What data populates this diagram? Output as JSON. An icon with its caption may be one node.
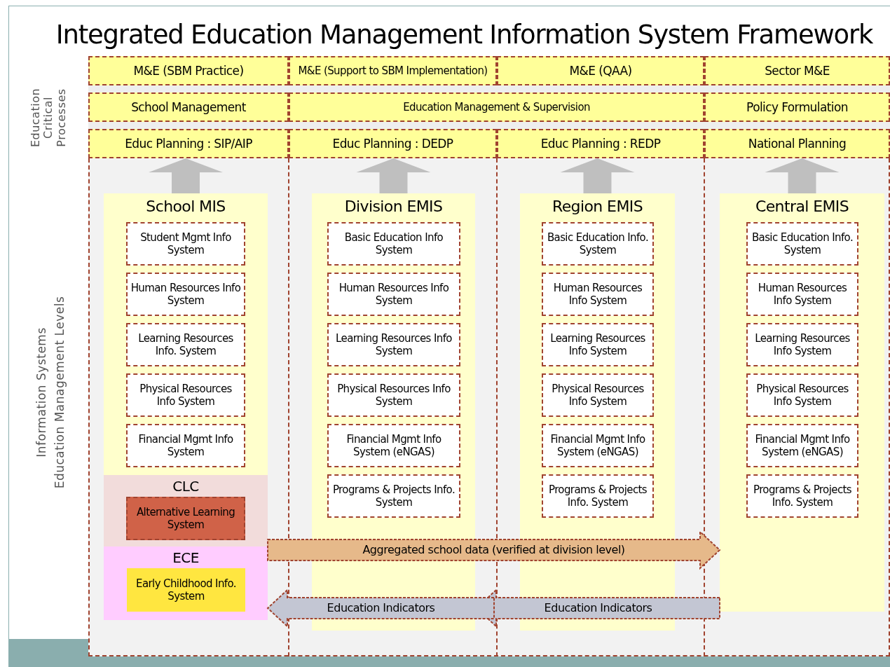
{
  "diagram": {
    "title": "Integrated Education Management Information System Framework",
    "nodes": [
      {
        "text": [
          "M&E (SBM Practice)"
        ]
      },
      {
        "text": [
          "M&E (Support to SBM Implementation)"
        ]
      },
      {
        "text": [
          "M&E (QAA)"
        ]
      },
      {
        "text": [
          "Sector M&E"
        ]
      },
      {
        "text": [
          "School Management"
        ]
      },
      {
        "text": [
          "Education Management & Supervision"
        ]
      },
      {
        "text": [
          "Policy Formulation"
        ]
      },
      {
        "text": [
          "Educ Planning : SIP/AIP"
        ]
      },
      {
        "text": [
          "Educ Planning : DEDP"
        ]
      },
      {
        "text": [
          "Educ Planning : REDP"
        ]
      },
      {
        "text": [
          "National Planning"
        ]
      },
      {
        "text": [
          "School MIS"
        ]
      },
      {
        "text": [
          "Student Mgmt Info System"
        ],
        "in": 11
      },
      {
        "text": [
          "Human Resources Info System"
        ],
        "in": 11
      },
      {
        "text": [
          "Learning Resources Info. System"
        ],
        "in": 11
      },
      {
        "text": [
          "Physical Resources Info System"
        ],
        "in": 11
      },
      {
        "text": [
          "Financial Mgmt Info System"
        ],
        "in": 11
      },
      {
        "text": [
          "CLC"
        ]
      },
      {
        "text": [
          "Alternative Learning System"
        ],
        "in": 17
      },
      {
        "text": [
          "ECE"
        ]
      },
      {
        "text": [
          "Early Childhood Info. System"
        ],
        "in": 19
      },
      {
        "text": [
          "Division EMIS"
        ]
      },
      {
        "text": [
          "Basic Education Info System"
        ],
        "in": 21
      },
      {
        "text": [
          "Human Resources Info System"
        ],
        "in": 21
      },
      {
        "text": [
          "Learning Resources Info System"
        ],
        "in": 21
      },
      {
        "text": [
          "Physical Resources Info System"
        ],
        "in": 21
      },
      {
        "text": [
          "Financial Mgmt Info System (eNGAS)"
        ],
        "in": 21
      },
      {
        "text": [
          "Programs & Projects Info. System"
        ],
        "in": 21
      },
      {
        "text": [
          "Region EMIS"
        ]
      },
      {
        "text": [
          "Basic Education Info. System"
        ],
        "in": 28
      },
      {
        "text": [
          "Human Resources Info System"
        ],
        "in": 28
      },
      {
        "text": [
          "Learning Resources Info System"
        ],
        "in": 28
      },
      {
        "text": [
          "Physical Resources Info System"
        ],
        "in": 28
      },
      {
        "text": [
          "Financial Mgmt Info System (eNGAS)"
        ],
        "in": 28
      },
      {
        "text": [
          "Programs & Projects Info. System"
        ],
        "in": 28
      },
      {
        "text": [
          "Central EMIS"
        ]
      },
      {
        "text": [
          "Basic Education Info. System"
        ],
        "in": 35
      },
      {
        "text": [
          "Human Resources Info System"
        ],
        "in": 35
      },
      {
        "text": [
          "Learning Resources Info System"
        ],
        "in": 35
      },
      {
        "text": [
          "Physical Resources Info System"
        ],
        "in": 35
      },
      {
        "text": [
          "Financial Mgmt Info System (eNGAS)"
        ],
        "in": 35
      },
      {
        "text": [
          "Programs & Projects Info. System"
        ],
        "in": 35
      }
    ],
    "edges": [
      {
        "from": 11,
        "to": 7,
        "arrow": "to",
        "color": "#bfbfbf"
      },
      {
        "from": 21,
        "to": 8,
        "arrow": "to",
        "color": "#bfbfbf"
      },
      {
        "from": 28,
        "to": 9,
        "arrow": "to",
        "color": "#bfbfbf"
      },
      {
        "from": 35,
        "to": 10,
        "arrow": "to",
        "color": "#bfbfbf"
      },
      {
        "from": 17,
        "to": 35,
        "arrow": "to",
        "label": "Aggregated school data (verified at division level)",
        "color": "#e6b98a"
      },
      {
        "from": 35,
        "to": 28,
        "arrow": "to",
        "label": "Education Indicators",
        "color": "#c3c6d3"
      },
      {
        "from": 28,
        "to": 19,
        "arrow": "to",
        "label": "Education Indicators",
        "color": "#c3c6d3"
      }
    ],
    "labels": [
      "Education Critical Processes",
      "Information Systems",
      "Education Management Levels"
    ]
  }
}
